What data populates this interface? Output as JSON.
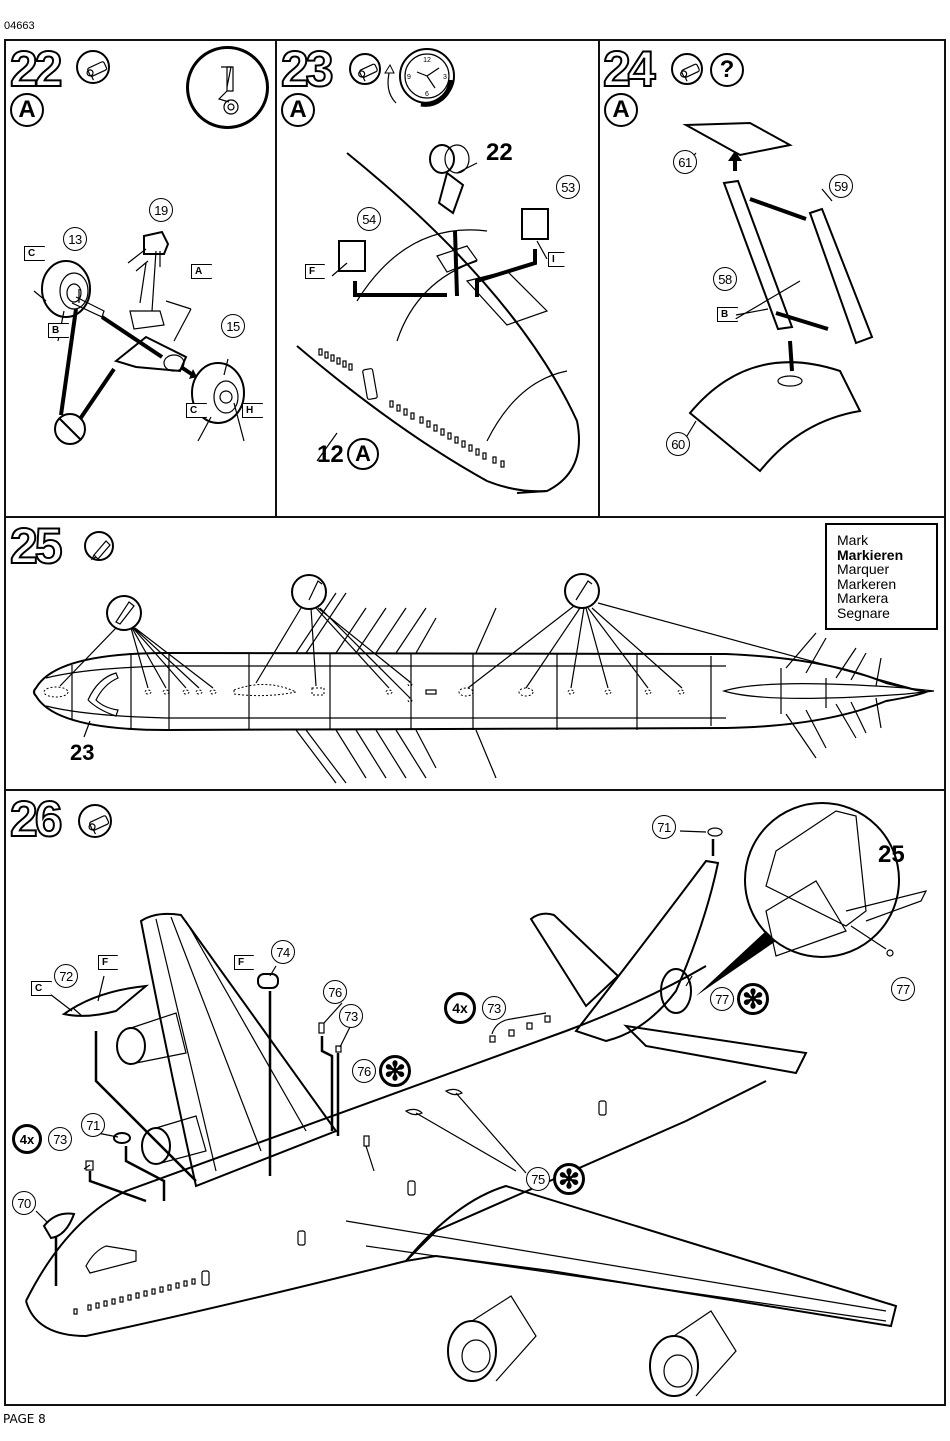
{
  "document": {
    "doc_id": "04663",
    "page_label": "PAGE 8"
  },
  "steps": [
    {
      "number": "22",
      "icons": [
        "glue-tube-icon"
      ],
      "subassembly": "A",
      "inset": "nose-landing-gear-icon",
      "parts": [
        {
          "id": "19"
        },
        {
          "id": "13"
        },
        {
          "id": "15"
        }
      ],
      "decal_flags": [
        "C",
        "A",
        "B",
        "C",
        "H"
      ]
    },
    {
      "number": "23",
      "icons": [
        "glue-tube-icon",
        "clock-drying-time-icon"
      ],
      "subassembly": "A",
      "parts": [
        {
          "id": "54"
        },
        {
          "id": "53"
        }
      ],
      "component_label": "22",
      "assembly_label": "12",
      "assembly_ref": "A",
      "decal_flags": [
        "F",
        "I"
      ]
    },
    {
      "number": "24",
      "icons": [
        "glue-tube-icon",
        "question-icon"
      ],
      "subassembly": "A",
      "parts": [
        {
          "id": "61"
        },
        {
          "id": "59"
        },
        {
          "id": "58"
        },
        {
          "id": "60"
        }
      ],
      "decal_flags": [
        "B"
      ]
    },
    {
      "number": "25",
      "icons": [
        "marker-pen-icon"
      ],
      "component_label": "23",
      "legend": [
        "Mark",
        "Markieren",
        "Marquer",
        "Markeren",
        "Markera",
        "Segnare"
      ]
    },
    {
      "number": "26",
      "icons": [
        "glue-tube-icon"
      ],
      "parts": [
        {
          "id": "72"
        },
        {
          "id": "74"
        },
        {
          "id": "76"
        },
        {
          "id": "73"
        },
        {
          "id": "76"
        },
        {
          "id": "73"
        },
        {
          "id": "71"
        },
        {
          "id": "73"
        },
        {
          "id": "70"
        },
        {
          "id": "75"
        },
        {
          "id": "71"
        },
        {
          "id": "77"
        },
        {
          "id": "77"
        }
      ],
      "quantity_labels": [
        "4x",
        "4x"
      ],
      "inset_label": "25",
      "decal_flags": [
        "C",
        "F",
        "F"
      ]
    }
  ]
}
